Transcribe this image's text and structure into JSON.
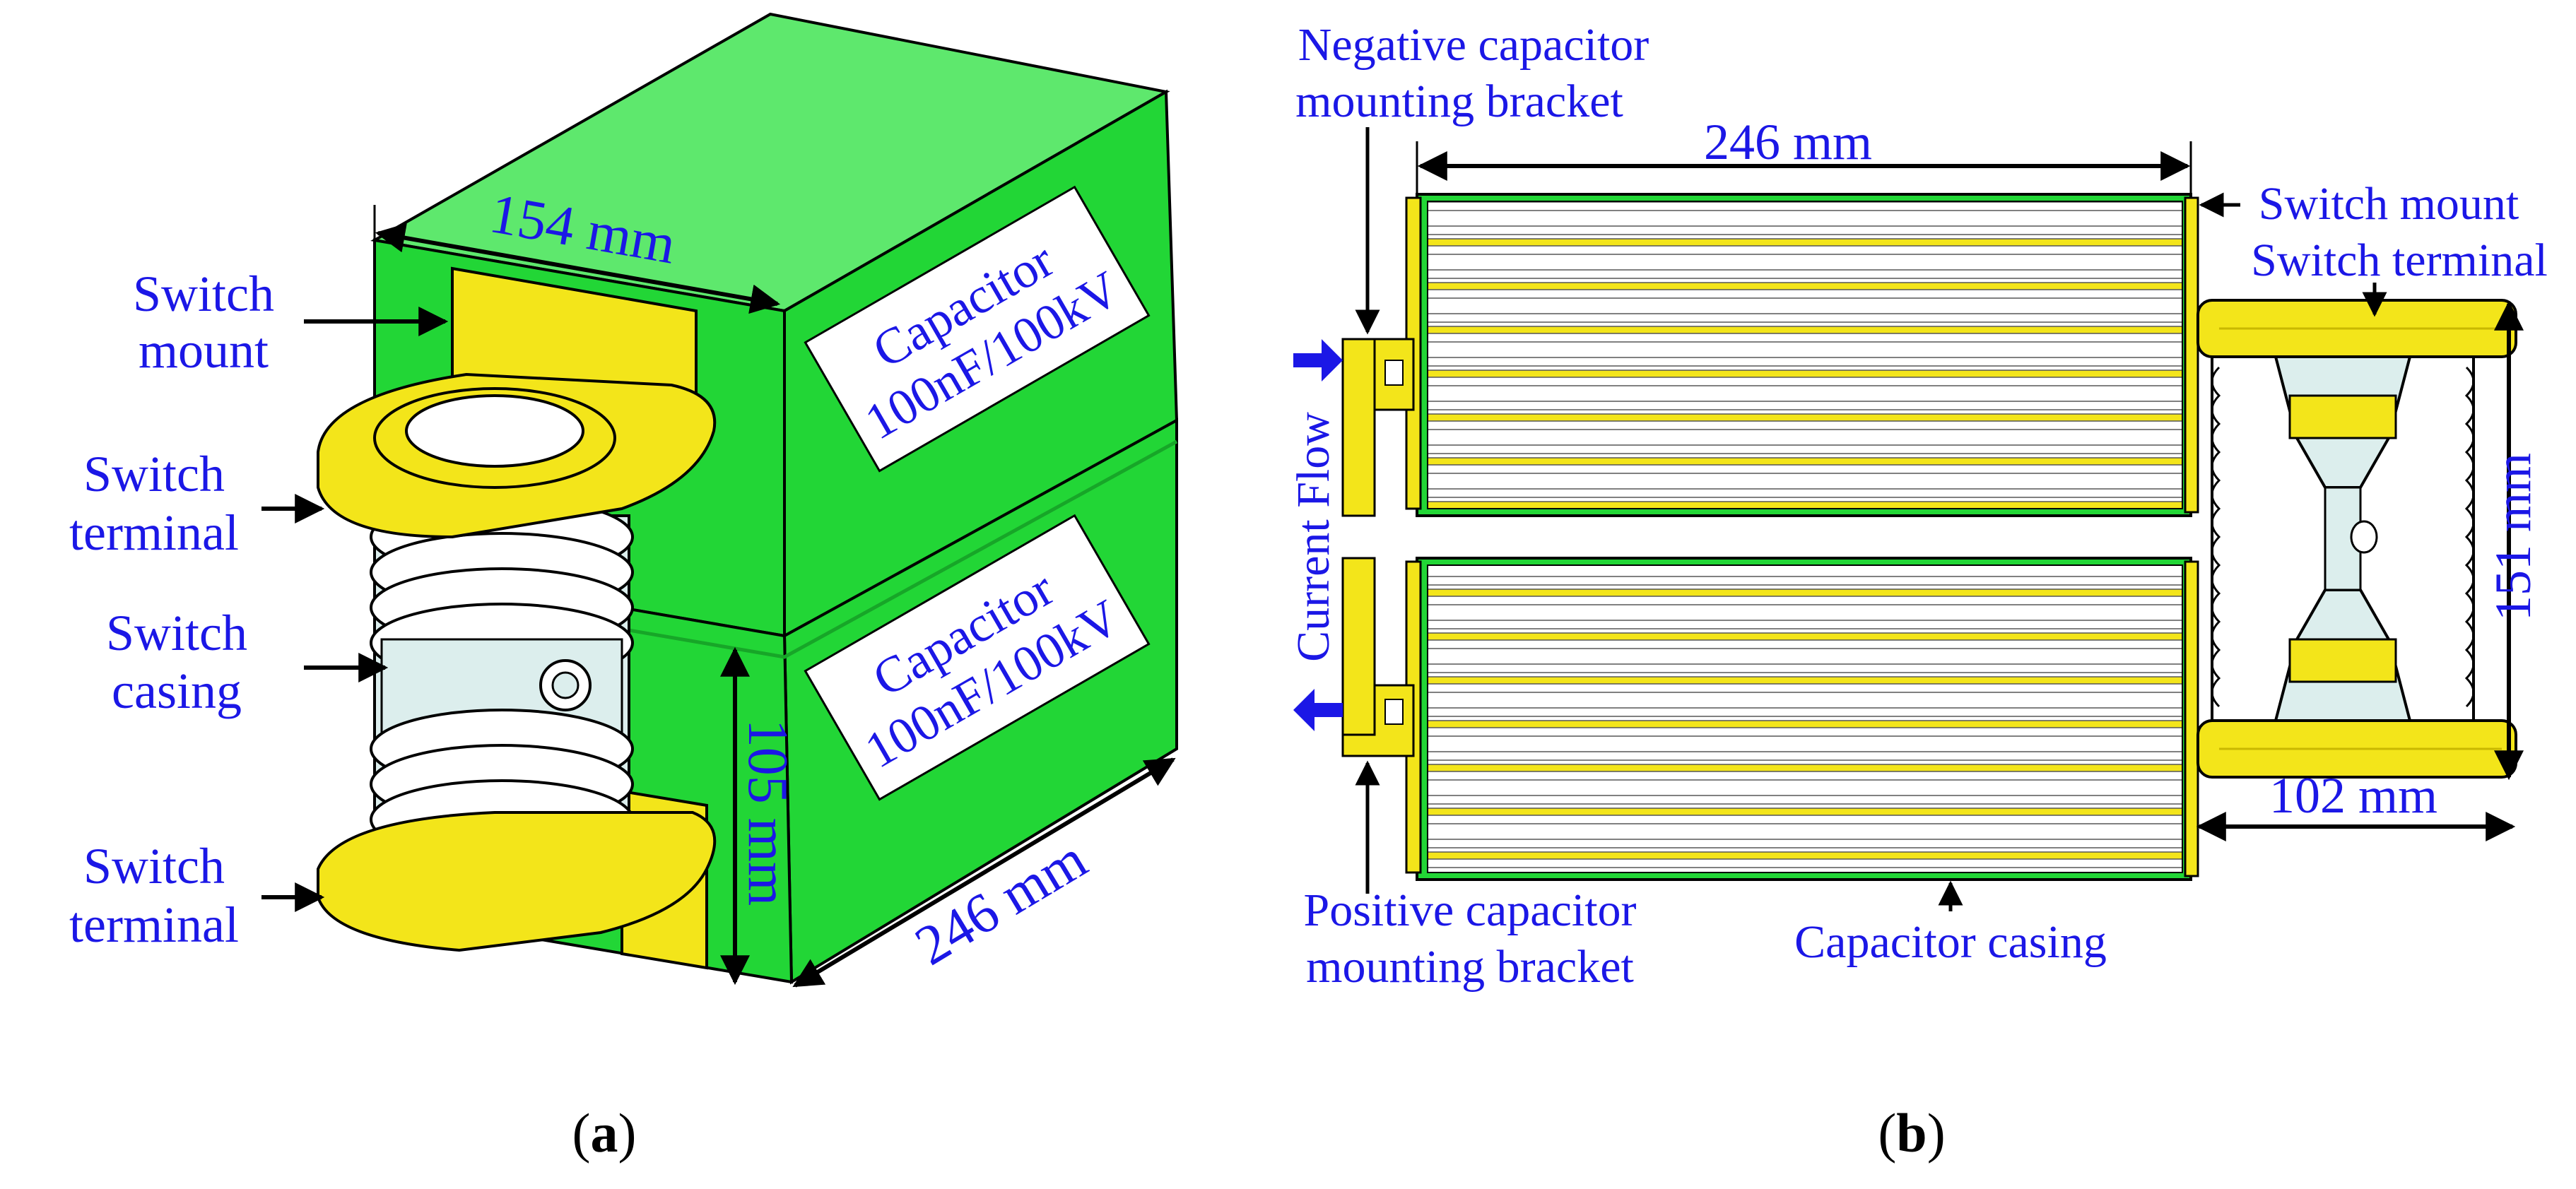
{
  "colors": {
    "casing_green": "#22d636",
    "casing_green_dark": "#17a628",
    "casing_green_light": "#5ee86d",
    "terminal_yellow": "#f3e51a",
    "terminal_yellow_dark": "#c9b800",
    "insulator_light": "#dceeed",
    "label_blue": "#1b17e6",
    "outline": "#000000"
  },
  "panel_a": {
    "label_open": "(",
    "label_letter": "a",
    "label_close": ")",
    "dimensions": {
      "width": "154 mm",
      "height": "105 mm",
      "length": "246 mm"
    },
    "capacitor_upper": {
      "line1": "Capacitor",
      "line2": "100nF/100kV"
    },
    "capacitor_lower": {
      "line1": "Capacitor",
      "line2": "100nF/100kV"
    },
    "callouts": {
      "switch_mount": [
        "Switch",
        "mount"
      ],
      "switch_terminal_upper": [
        "Switch",
        "terminal"
      ],
      "switch_casing": [
        "Switch",
        "casing"
      ],
      "switch_terminal_lower": [
        "Switch",
        "terminal"
      ]
    }
  },
  "panel_b": {
    "label_open": "(",
    "label_letter": "b",
    "label_close": ")",
    "dimensions": {
      "length": "246 mm",
      "height": "151 mm",
      "switch_width": "102 mm"
    },
    "callouts": {
      "negative_bracket": [
        "Negative capacitor",
        "mounting bracket"
      ],
      "positive_bracket": [
        "Positive capacitor",
        "mounting bracket"
      ],
      "capacitor_casing": "Capacitor casing",
      "switch_mount": "Switch mount",
      "switch_terminal": "Switch terminal",
      "current_flow": "Current Flow"
    }
  }
}
